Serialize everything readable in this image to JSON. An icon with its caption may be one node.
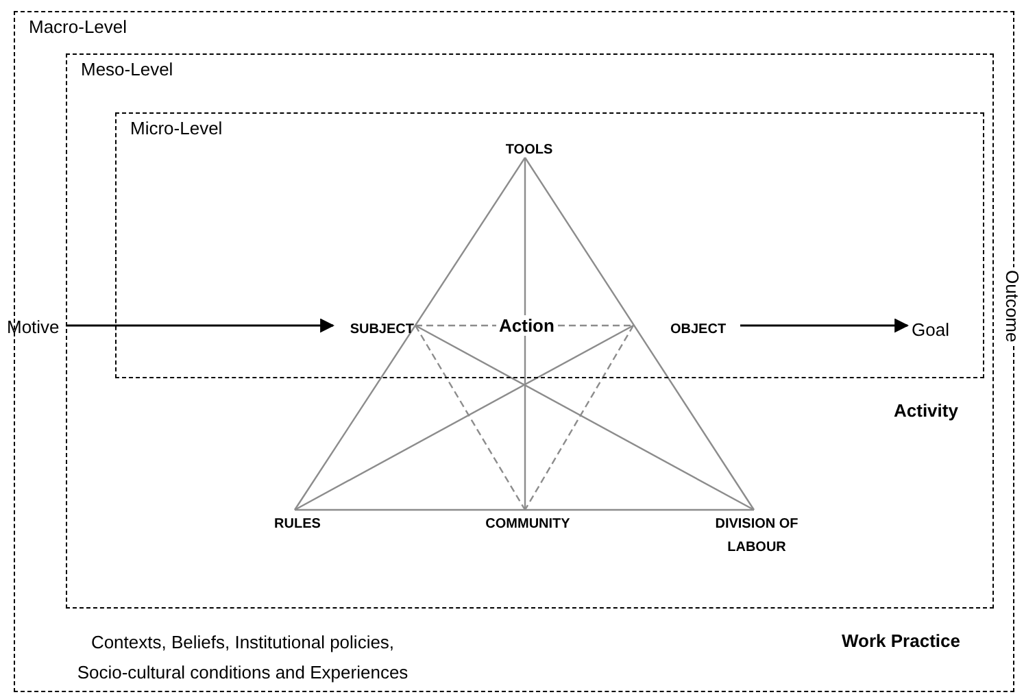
{
  "diagram": {
    "nodes": [
      {
        "text": [
          "Macro-Level"
        ]
      },
      {
        "text": [
          "Meso-Level"
        ],
        "in": 0
      },
      {
        "text": [
          "Micro-Level"
        ],
        "in": 1
      },
      {
        "text": [
          "TOOLS"
        ],
        "in": 2
      },
      {
        "text": [
          "Motive"
        ],
        "in": 0
      },
      {
        "text": [
          "SUBJECT"
        ],
        "in": 2
      },
      {
        "text": [
          "OBJECT"
        ],
        "in": 2
      },
      {
        "text": [
          "Goal"
        ],
        "in": 2
      },
      {
        "text": [
          "RULES"
        ],
        "in": 1
      },
      {
        "text": [
          "COMMUNITY"
        ],
        "in": 1
      },
      {
        "text": [
          "DIVISION OF LABOUR"
        ],
        "in": 1
      }
    ],
    "edges": [
      {
        "from": 4,
        "to": 5,
        "arrow": "to",
        "color": "#000000"
      },
      {
        "from": 6,
        "to": 7,
        "arrow": "to",
        "color": "#000000"
      },
      {
        "from": 3,
        "to": 8,
        "arrow": "none"
      },
      {
        "from": 3,
        "to": 10,
        "arrow": "none"
      },
      {
        "from": 8,
        "to": 10,
        "arrow": "none"
      },
      {
        "from": 3,
        "to": 9,
        "arrow": "none"
      },
      {
        "from": 5,
        "to": 6,
        "arrow": "none",
        "style": "dashed"
      },
      {
        "from": 5,
        "to": 9,
        "arrow": "none",
        "style": "dashed"
      },
      {
        "from": 6,
        "to": 9,
        "arrow": "none",
        "style": "dashed"
      },
      {
        "from": 5,
        "to": 10,
        "arrow": "none"
      },
      {
        "from": 6,
        "to": 8,
        "arrow": "none"
      }
    ],
    "labels": [
      "Outcome",
      "Action",
      "Activity",
      "Contexts, Beliefs, Institutional policies, Socio-cultural conditions and Experiences",
      "Work Practice"
    ]
  }
}
